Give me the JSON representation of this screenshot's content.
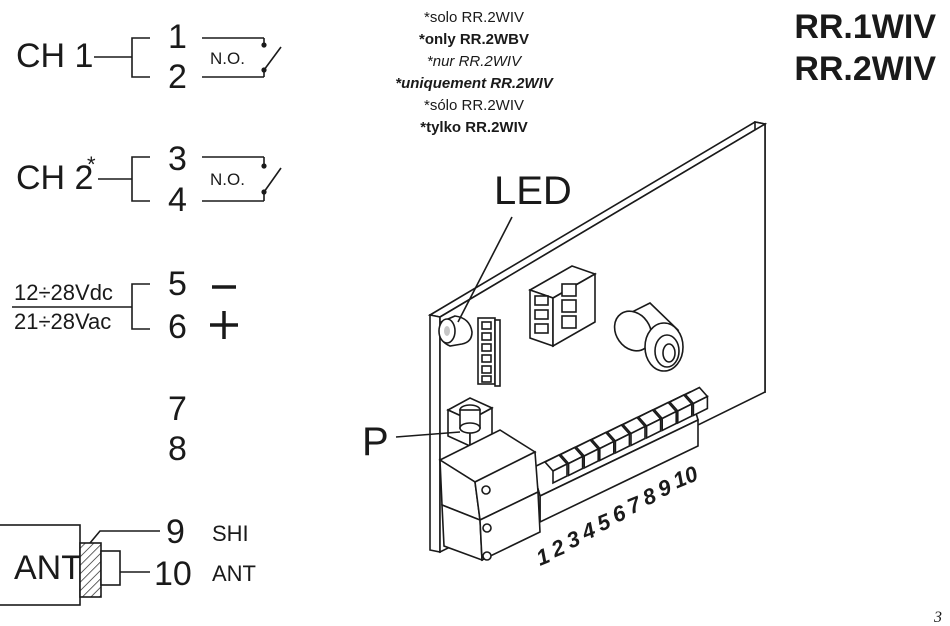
{
  "notes": [
    "*solo RR.2WIV",
    "*only RR.2WBV",
    "*nur RR.2WIV",
    "*uniquement RR.2WIV",
    "*sólo RR.2WIV",
    "*tylko RR.2WIV"
  ],
  "models": [
    "RR.1WIV",
    "RR.2WIV"
  ],
  "channels": {
    "ch1": {
      "label": "CH 1",
      "term_a": "1",
      "term_b": "2",
      "contact": "N.O."
    },
    "ch2": {
      "label": "CH 2",
      "asterisk": "*",
      "term_a": "3",
      "term_b": "4",
      "contact": "N.O."
    }
  },
  "power": {
    "dc": "12÷28Vdc",
    "ac": "21÷28Vac",
    "term_neg": "5",
    "term_pos": "6"
  },
  "spare_terminals": [
    "7",
    "8"
  ],
  "antenna": {
    "label": "ANT",
    "term_shield": "9",
    "shield_label": "SHI",
    "term_signal": "10",
    "signal_label": "ANT"
  },
  "board": {
    "led_label": "LED",
    "button_label": "P",
    "terminal_numbers": [
      "1",
      "2",
      "3",
      "4",
      "5",
      "6",
      "7",
      "8",
      "9",
      "10"
    ]
  },
  "page_number": "3"
}
